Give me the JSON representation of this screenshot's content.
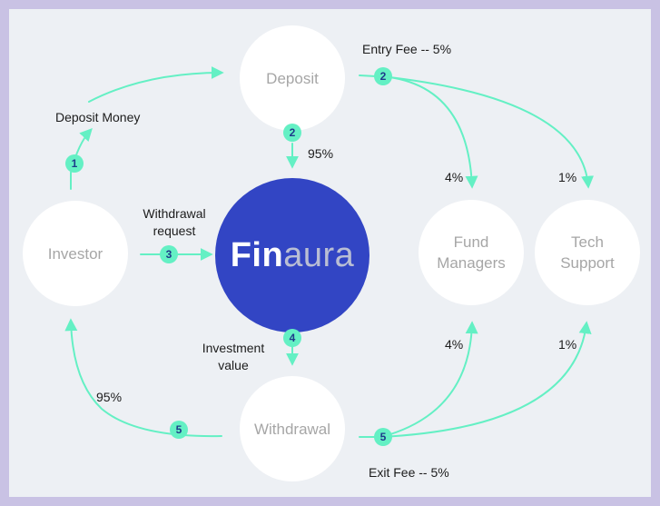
{
  "nodes": {
    "deposit": "Deposit",
    "investor": "Investor",
    "withdrawal": "Withdrawal",
    "fund_managers": "Fund\nManagers",
    "tech_support": "Tech\nSupport",
    "brand_bold": "Fin",
    "brand_light": "aura"
  },
  "labels": {
    "entry_fee": "Entry Fee -- 5%",
    "deposit_money": "Deposit Money",
    "deposit_95": "95%",
    "entry_fm_pct": "4%",
    "entry_ts_pct": "1%",
    "withdrawal_request": "Withdrawal\nrequest",
    "investment_value": "Investment\nvalue",
    "exit_fm_pct": "4%",
    "exit_ts_pct": "1%",
    "investor_95": "95%",
    "exit_fee": "Exit Fee -- 5%"
  },
  "badges": {
    "deposit_money": "1",
    "entry_fee": "2",
    "deposit_to_finaura": "2",
    "withdrawal_request": "3",
    "investment_value": "4",
    "to_investor": "5",
    "exit_fee": "5"
  },
  "colors": {
    "frame": "#c9c2e4",
    "background": "#edf0f4",
    "center": "#3245c4",
    "arrow": "#64f0c4",
    "badge_text": "#1e3a8a"
  }
}
